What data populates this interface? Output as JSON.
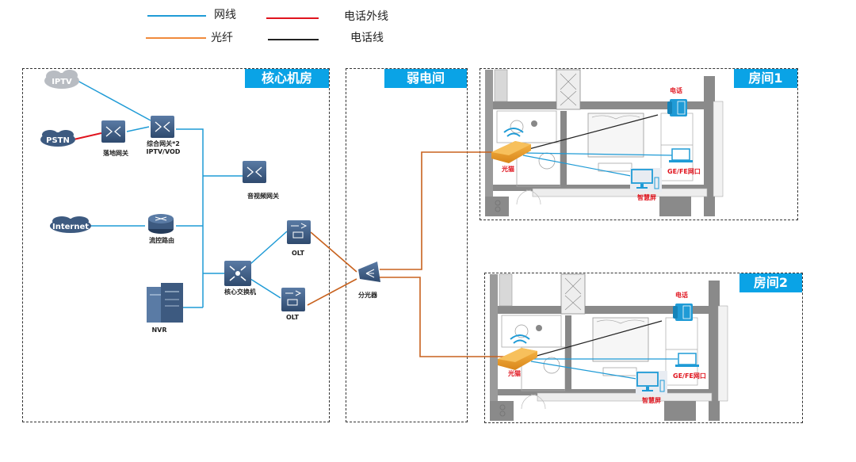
{
  "legend": {
    "items": [
      {
        "label": "网线",
        "color": "#1f9bd6"
      },
      {
        "label": "光纤",
        "color": "#f08a3c"
      },
      {
        "label": "电话外线",
        "color": "#e0141e"
      },
      {
        "label": "电话线",
        "color": "#222222"
      }
    ]
  },
  "zones": {
    "core": {
      "title": "核心机房"
    },
    "weak": {
      "title": "弱电间"
    },
    "room1": {
      "title": "房间1"
    },
    "room2": {
      "title": "房间2"
    }
  },
  "core_devices": {
    "iptv_cloud": "IPTV",
    "pstn_cloud": "PSTN",
    "internet_cloud": "Internet",
    "landing_gateway": "落地网关",
    "integrated_gateway_line1": "综合网关*2",
    "integrated_gateway_line2": "IPTV/VOD",
    "av_gateway": "音视频网关",
    "flow_router": "流控路由",
    "nvr": "NVR",
    "core_switch": "核心交换机",
    "olt_top": "OLT",
    "olt_bottom": "OLT"
  },
  "weak_devices": {
    "splitter": "分光器"
  },
  "room1": {
    "phone": "电话",
    "onu": "光猫",
    "ethernet_port": "GE/FE网口",
    "smart_screen": "智慧屏"
  },
  "room2": {
    "phone": "电话",
    "onu": "光猫",
    "ethernet_port": "GE/FE网口",
    "smart_screen": "智慧屏"
  },
  "colors": {
    "accent": "#0aa3e6",
    "ethernet": "#1f9bd6",
    "fiber": "#c8621e",
    "phone_external": "#e0141e",
    "phone_line": "#222222",
    "device": "#3d5a80"
  }
}
